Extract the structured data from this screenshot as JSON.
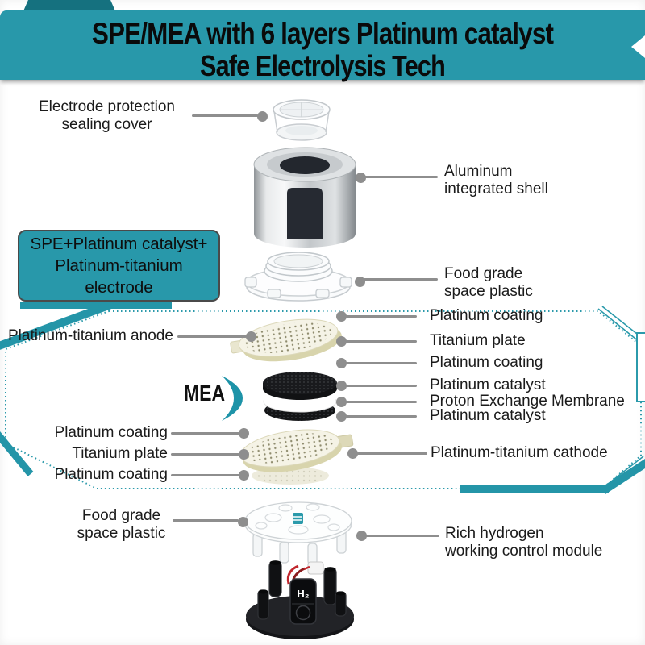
{
  "banner": {
    "line1": "SPE/MEA with 6 layers Platinum catalyst",
    "line2": "Safe Electrolysis Tech"
  },
  "info_box": {
    "text": "SPE+Platinum catalyst+\nPlatinum-titanium electrode"
  },
  "callouts": {
    "sealing_cover": "Electrode protection\nsealing cover",
    "aluminum_shell": "Aluminum\nintegrated shell",
    "food_grade_top": "Food grade\nspace plastic",
    "anode": "Platinum-titanium anode",
    "cathode": "Platinum-titanium cathode",
    "food_grade_bottom": "Food grade\nspace plastic",
    "control_module": "Rich hydrogen\nworking control module"
  },
  "mea": {
    "label": "MEA"
  },
  "layer_labels_right": [
    "Platinum coating",
    "Titanium plate",
    "Platinum coating",
    "Platinum catalyst",
    "Proton Exchange Membrane",
    "Platinum catalyst"
  ],
  "layer_labels_left": [
    "Platinum coating",
    "Titanium plate",
    "Platinum coating"
  ],
  "module": {
    "h2_badge": "H₂"
  },
  "colors": {
    "accent_teal": "#2898AA",
    "accent_teal_dark": "#15717F",
    "callout_gray": "#8E8E8E",
    "text_dark": "#1B1B1B",
    "banner_text": "#0A0A0A"
  }
}
